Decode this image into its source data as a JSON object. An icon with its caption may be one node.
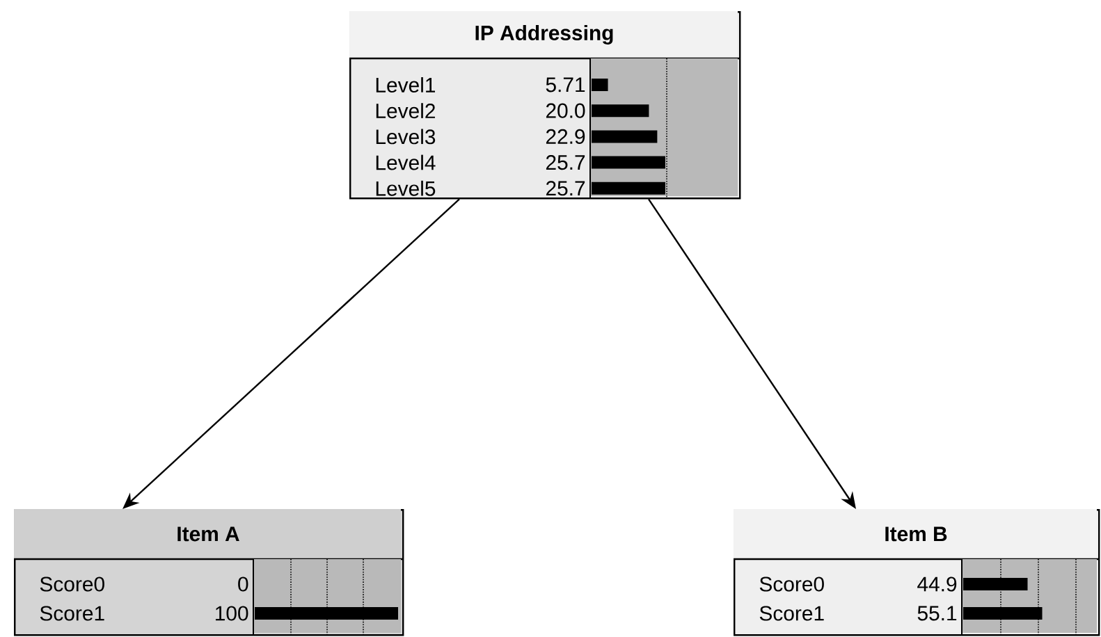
{
  "diagram": {
    "nodes": [
      {
        "text": [
          "IP Addressing",
          "Level1",
          "5.71",
          "Level2",
          "20.0",
          "Level3",
          "22.9",
          "Level4",
          "25.7",
          "Level5",
          "25.7"
        ]
      },
      {
        "text": [
          "Item A",
          "Score0",
          "0",
          "Score1",
          "100"
        ]
      },
      {
        "text": [
          "Item B",
          "Score0",
          "44.9",
          "Score1",
          "55.1"
        ]
      }
    ],
    "edges": [
      {
        "from": 0,
        "to": 1,
        "arrow": "to"
      },
      {
        "from": 0,
        "to": 2,
        "arrow": "to"
      }
    ]
  }
}
